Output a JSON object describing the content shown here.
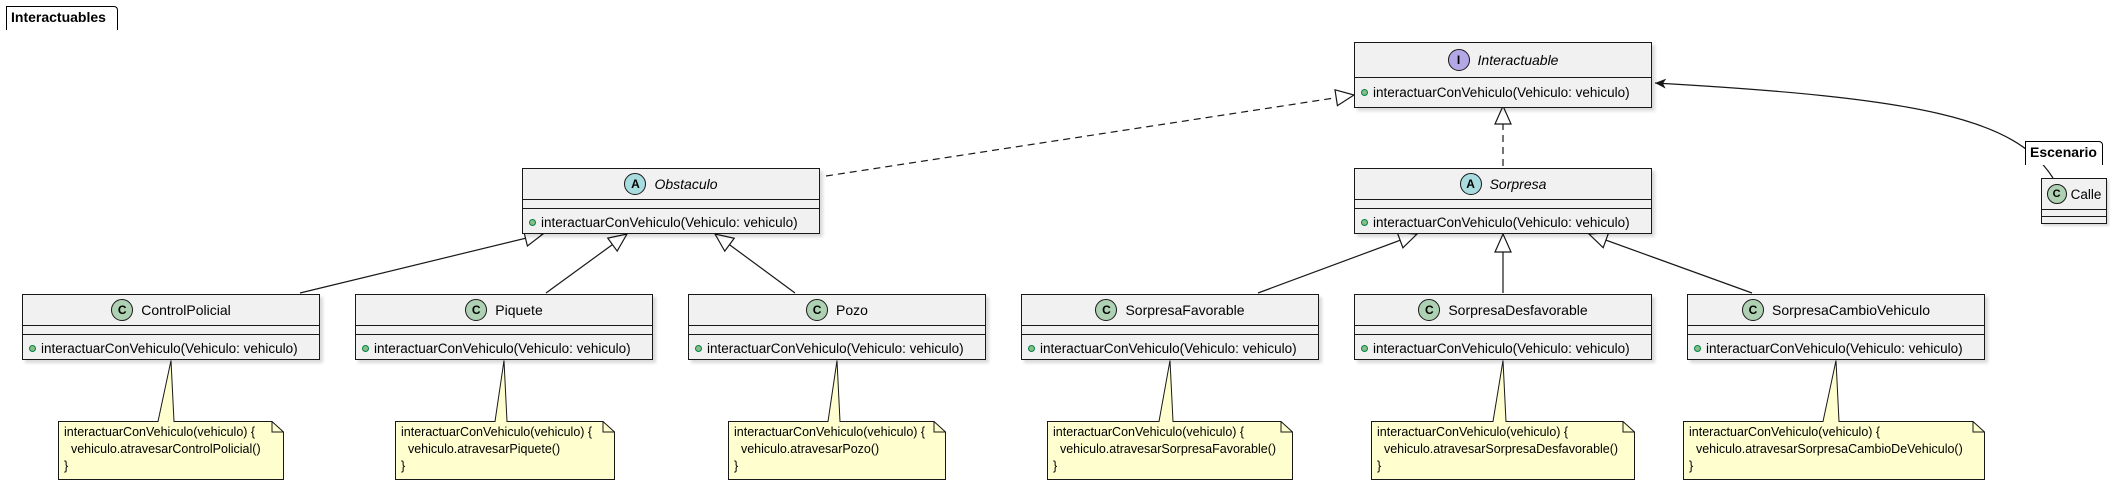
{
  "packages": {
    "interactuables": "Interactuables",
    "escenario": "Escenario"
  },
  "stereotypes": {
    "class": "C",
    "abstract": "A",
    "interface": "I"
  },
  "interface": {
    "name": "Interactuable",
    "method": "interactuarConVehiculo(Vehiculo: vehiculo)"
  },
  "abstracts": {
    "obstaculo": {
      "name": "Obstaculo",
      "method": "interactuarConVehiculo(Vehiculo: vehiculo)"
    },
    "sorpresa": {
      "name": "Sorpresa",
      "method": "interactuarConVehiculo(Vehiculo: vehiculo)"
    }
  },
  "classes": [
    {
      "name": "ControlPolicial",
      "method": "interactuarConVehiculo(Vehiculo: vehiculo)",
      "note": [
        "interactuarConVehiculo(vehiculo) {",
        "  vehiculo.atravesarControlPolicial()",
        "}"
      ]
    },
    {
      "name": "Piquete",
      "method": "interactuarConVehiculo(Vehiculo: vehiculo)",
      "note": [
        "interactuarConVehiculo(vehiculo) {",
        "  vehiculo.atravesarPiquete()",
        "}"
      ]
    },
    {
      "name": "Pozo",
      "method": "interactuarConVehiculo(Vehiculo: vehiculo)",
      "note": [
        "interactuarConVehiculo(vehiculo) {",
        "  vehiculo.atravesarPozo()",
        "}"
      ]
    },
    {
      "name": "SorpresaFavorable",
      "method": "interactuarConVehiculo(Vehiculo: vehiculo)",
      "note": [
        "interactuarConVehiculo(vehiculo) {",
        "  vehiculo.atravesarSorpresaFavorable()",
        "}"
      ]
    },
    {
      "name": "SorpresaDesfavorable",
      "method": "interactuarConVehiculo(Vehiculo: vehiculo)",
      "note": [
        "interactuarConVehiculo(vehiculo) {",
        "  vehiculo.atravesarSorpresaDesfavorable()",
        "}"
      ]
    },
    {
      "name": "SorpresaCambioVehiculo",
      "method": "interactuarConVehiculo(Vehiculo: vehiculo)",
      "note": [
        "interactuarConVehiculo(vehiculo) {",
        "  vehiculo.atravesarSorpresaCambioDeVehiculo()",
        "}"
      ]
    }
  ],
  "calle": {
    "name": "Calle"
  },
  "colors": {
    "class_fill": "#f1f1f1",
    "note_fill": "#fefece",
    "class_badge": "#add1b2",
    "abstract_badge": "#a9dcdf",
    "interface_badge": "#b4a7e5",
    "public_dot": "#84be84"
  }
}
